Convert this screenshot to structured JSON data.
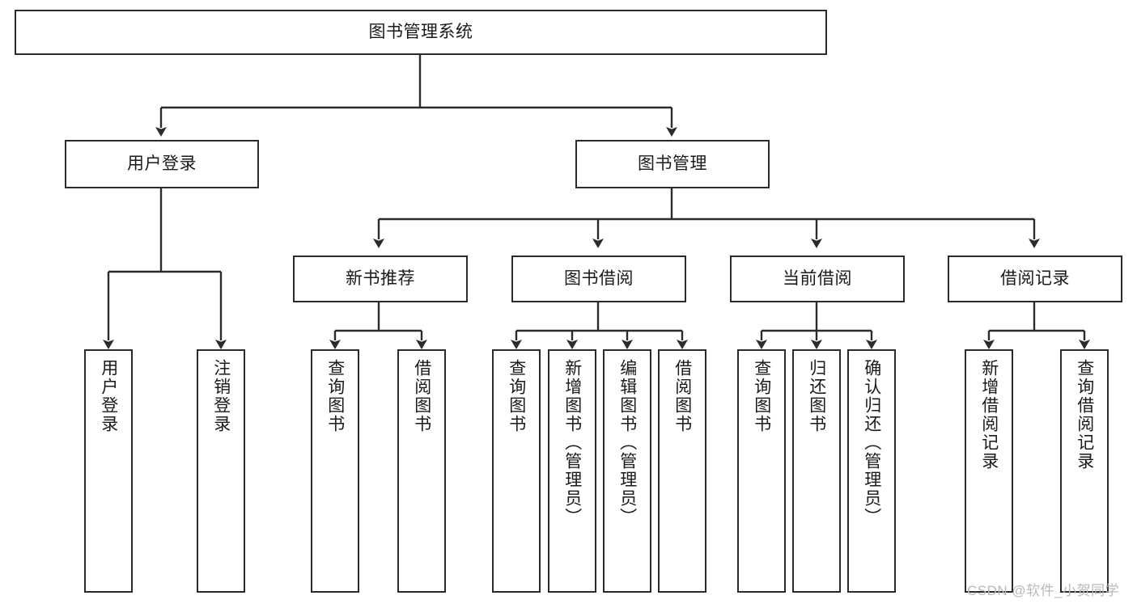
{
  "diagram": {
    "title": "图书管理系统",
    "type": "hierarchy-tree",
    "stroke_color": "#2b2b2b",
    "fill_color": "#ffffff",
    "text_color": "#1a1a1a"
  },
  "root": {
    "label": "图书管理系统"
  },
  "tier2": [
    {
      "label": "用户登录"
    },
    {
      "label": "图书管理"
    }
  ],
  "tier3": [
    {
      "label": "新书推荐"
    },
    {
      "label": "图书借阅"
    },
    {
      "label": "当前借阅"
    },
    {
      "label": "借阅记录"
    }
  ],
  "leaves": {
    "user_login": [
      {
        "label": "用户登录"
      },
      {
        "label": "注销登录"
      }
    ],
    "new_book_recommend": [
      {
        "label": "查询图书"
      },
      {
        "label": "借阅图书"
      }
    ],
    "book_borrow": [
      {
        "label": "查询图书"
      },
      {
        "label": "新增图书（管理员）"
      },
      {
        "label": "编辑图书（管理员）"
      },
      {
        "label": "借阅图书"
      }
    ],
    "current_borrow": [
      {
        "label": "查询图书"
      },
      {
        "label": "归还图书"
      },
      {
        "label": "确认归还（管理员）"
      }
    ],
    "borrow_record": [
      {
        "label": "新增借阅记录"
      },
      {
        "label": "查询借阅记录"
      }
    ]
  },
  "watermark": {
    "text": "CSDN @软件_小贺同学",
    "color": "#b9b9b9"
  }
}
